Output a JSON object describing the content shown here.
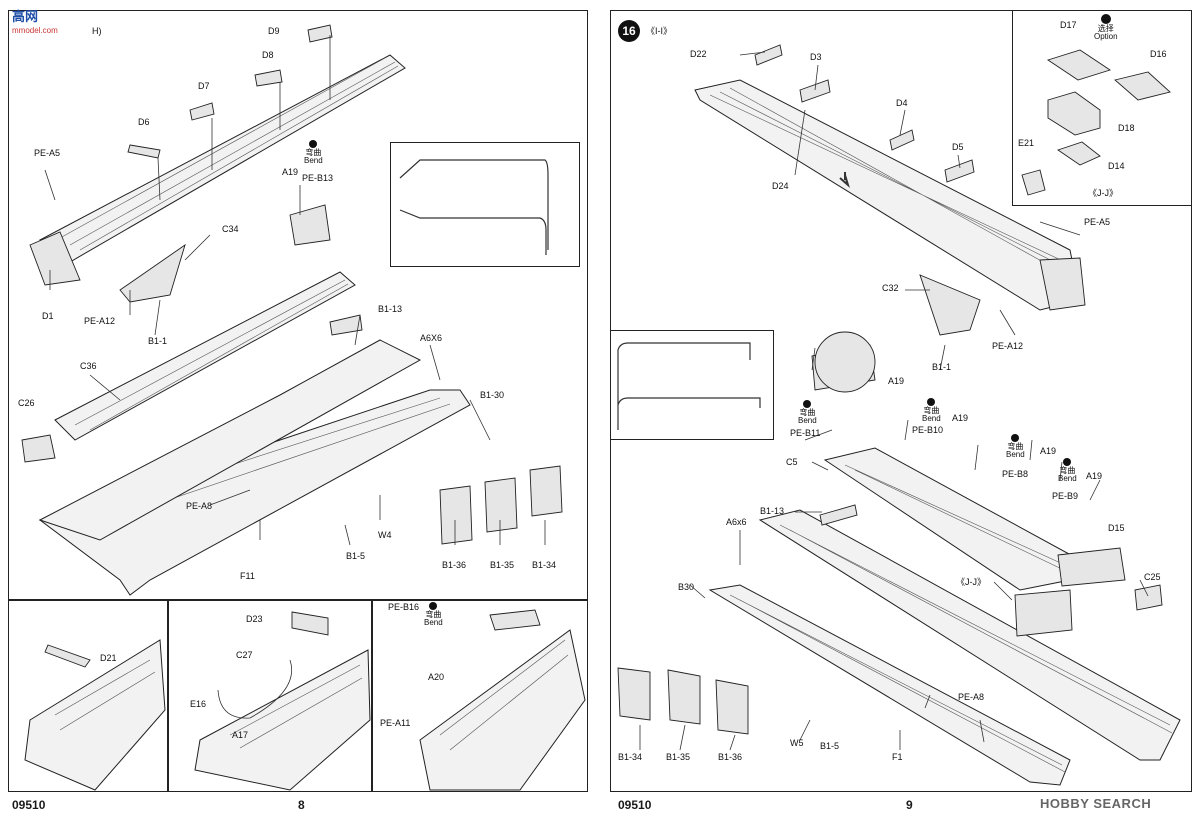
{
  "left_page": {
    "corner_logo": "高",
    "corner_logo2": "网",
    "watermark": "mmodel.com",
    "step_suffix": "H)",
    "labels": [
      "D9",
      "D8",
      "D7",
      "D6",
      "PE-A5",
      "A19",
      "PE-B13",
      "C34",
      "D1",
      "PE-A12",
      "B1-1",
      "B1-13",
      "A6X6",
      "C36",
      "C26",
      "B1-30",
      "PE-A8",
      "W4",
      "B1-5",
      "F11",
      "B1-36",
      "B1-35",
      "B1-34"
    ],
    "bend_cn": "弯曲",
    "bend_en": "Bend",
    "inset_labels": [
      "D21",
      "D23",
      "C27",
      "E16",
      "A17",
      "PE-B16",
      "A20",
      "PE-A11"
    ],
    "footer_code": "09510",
    "page_number": "8"
  },
  "right_page": {
    "step_number": "16",
    "step_label": "《I-I》",
    "labels": [
      "D22",
      "D3",
      "D4",
      "D5",
      "D24",
      "PE-A5",
      "C32",
      "PE-A12",
      "B1-1",
      "A19",
      "PE-B11",
      "PE-B10",
      "A19",
      "PE-B8",
      "A19",
      "PE-B9",
      "A19",
      "C5",
      "B1-13",
      "A6x6",
      "B30",
      "D15",
      "C25",
      "《J-J》",
      "PE-A8",
      "W5",
      "B1-5",
      "F1",
      "B1-34",
      "B1-35",
      "B1-36"
    ],
    "bend_cn": "弯曲",
    "bend_en": "Bend",
    "option_cn": "选择",
    "option_en": "Option",
    "option_labels": [
      "D17",
      "D16",
      "D18",
      "E21",
      "D14",
      "《J-J》"
    ],
    "footer_code": "09510",
    "page_number": "9",
    "brand": "HOBBY SEARCH"
  }
}
